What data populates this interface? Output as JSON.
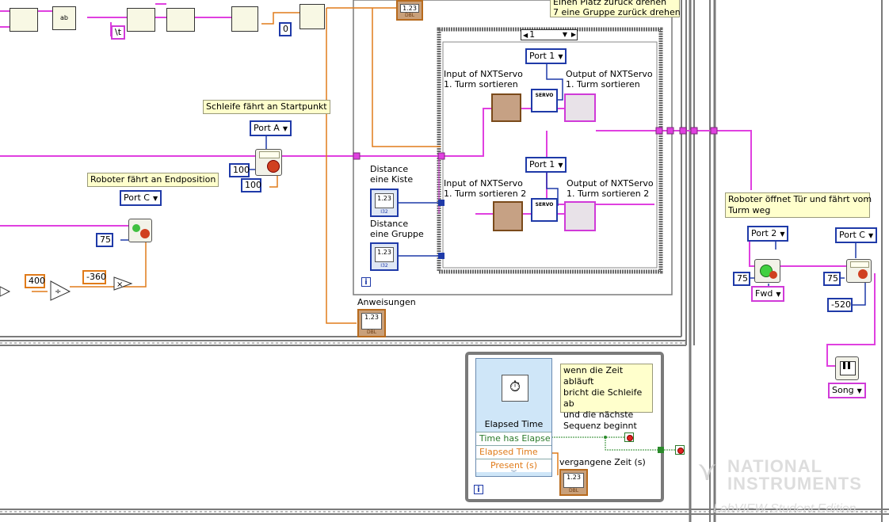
{
  "colors": {
    "pink_wire": "#e040e0",
    "orange_wire": "#e07b1a",
    "blue": "#1f3aa8",
    "green_wire": "#2a8a2a",
    "frame": "#7a7a7a"
  },
  "top_area": {
    "tab_const": "\\t",
    "zero_const": "0",
    "comment_top": [
      "Einen Platz zurück drehen",
      "7  eine Gruppe zurück drehen"
    ]
  },
  "loop_left": {
    "comment_start": "Schleife fährt an Startpunkt",
    "port_a": "Port A",
    "speed_a": "100",
    "rot_a": "100",
    "comment_end": "Roboter fährt an Endposition",
    "port_c": "Port C",
    "power_c": "75",
    "const_400": "400",
    "const_neg360": "-360"
  },
  "case_structure": {
    "selector": "1",
    "port_top": "Port 1",
    "port_bottom": "Port 1",
    "input_top": [
      "Input of NXTServo",
      "1. Turm sortieren"
    ],
    "output_top": [
      "Output of NXTServo",
      "1. Turm sortieren"
    ],
    "input_bottom": [
      "Input of NXTServo",
      "1. Turm sortieren 2"
    ],
    "output_bottom": [
      "Output of NXTServo",
      "1. Turm sortieren 2"
    ],
    "distance_box": [
      "Distance",
      "eine Kiste"
    ],
    "distance_group": [
      "Distance",
      "eine Gruppe"
    ],
    "servo_label": "SERVO",
    "num_label": "1.23",
    "dbl_label": "DBL",
    "i32_label": "I32",
    "iter_symbol": "i"
  },
  "anweisungen_label": "Anweisungen",
  "elapsed": {
    "title": "Elapsed Time",
    "rows": [
      "Time has Elapse",
      "Elapsed Time (s)",
      "Present (s)"
    ],
    "comment": [
      "wenn die Zeit abläuft",
      "bricht die Schleife ab",
      "und die nächste",
      "Sequenz beginnt"
    ],
    "indicator_label": "vergangene Zeit (s)"
  },
  "right_frame": {
    "comment": [
      "Roboter öffnet Tür und fährt vom",
      "Turm weg"
    ],
    "port_2": "Port 2",
    "port_c": "Port C",
    "power_left": "75",
    "power_right": "75",
    "fwd": "Fwd",
    "degrees": "-520",
    "song": "Song"
  },
  "watermark": {
    "brand_line1": "NATIONAL",
    "brand_line2": "INSTRUMENTS",
    "sub": "LabVIEW Student Edition"
  }
}
